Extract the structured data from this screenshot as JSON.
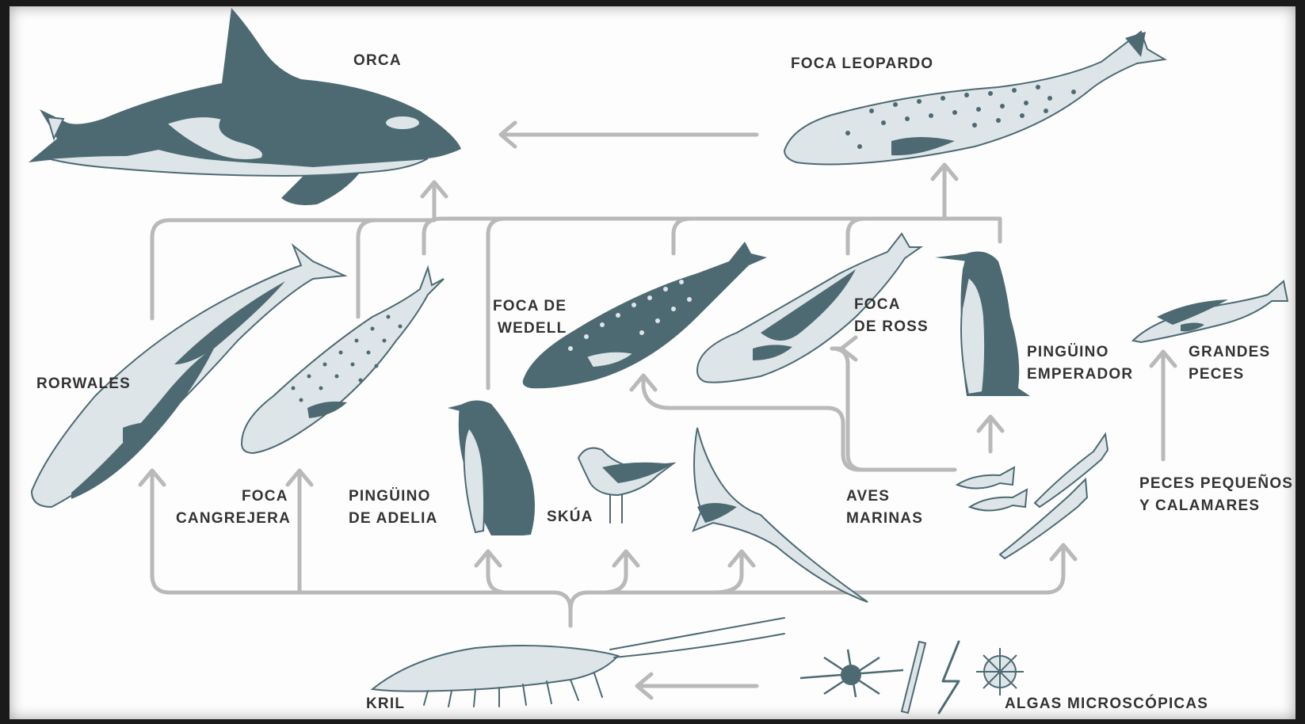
{
  "labels": {
    "orca": "ORCA",
    "foca_leopardo": "FOCA LEOPARDO",
    "rorwales": "RORWALES",
    "foca_cangrejera_1": "FOCA",
    "foca_cangrejera_2": "CANGREJERA",
    "foca_wedell_1": "FOCA DE",
    "foca_wedell_2": "WEDELL",
    "foca_ross_1": "FOCA",
    "foca_ross_2": "DE ROSS",
    "pinguino_emperador_1": "PINGÜINO",
    "pinguino_emperador_2": "EMPERADOR",
    "grandes_peces_1": "GRANDES",
    "grandes_peces_2": "PECES",
    "pinguino_adelia_1": "PINGÜINO",
    "pinguino_adelia_2": "DE ADELIA",
    "skua": "SKÚA",
    "aves_marinas_1": "AVES",
    "aves_marinas_2": "MARINAS",
    "peces_calamares_1": "PECES PEQUEÑOS",
    "peces_calamares_2": "Y CALAMARES",
    "kril": "KRIL",
    "algas": "ALGAS MICROSCÓPICAS"
  },
  "colors": {
    "animal_dark": "#4d6a73",
    "animal_light": "#dde5e8",
    "arrow": "#b9b9b9",
    "text": "#333333",
    "frame": "#1a1a1a"
  }
}
